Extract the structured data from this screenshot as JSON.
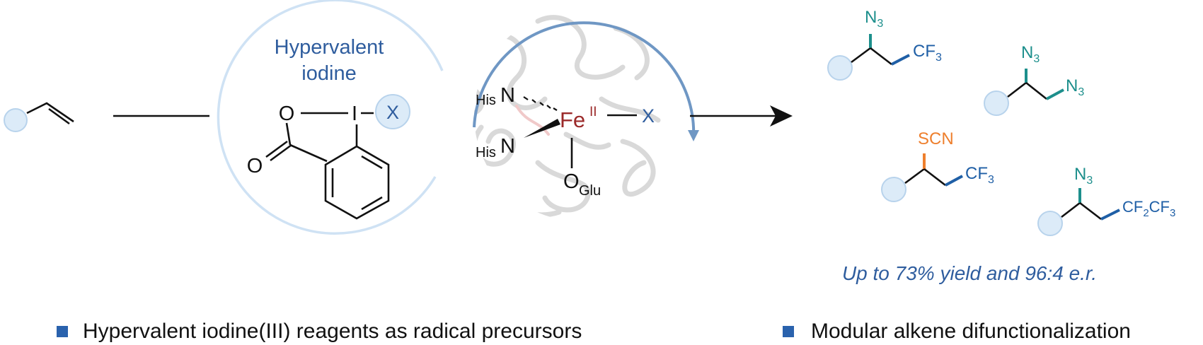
{
  "colors": {
    "blue_text": "#2f5d9e",
    "light_circle": "#dcebf8",
    "light_circle_stroke": "#b8d3ec",
    "ring_light": "#cfe2f4",
    "ring_dark": "#6f97c4",
    "teal": "#1d8f8c",
    "orange": "#ee7f2d",
    "dark_blue": "#1f5fa6",
    "iron_red": "#9b2a2a",
    "black": "#111111",
    "bullet": "#2a62ad"
  },
  "left_panel": {
    "title_line1": "Hypervalent",
    "title_line2": "iodine",
    "ring_O": "O",
    "iodine": "I",
    "carbonyl_O": "O",
    "x_label": "X"
  },
  "enzyme_panel": {
    "his_top_sub": "His",
    "his_top_N": "N",
    "his_bottom_sub": "His",
    "his_bottom_N": "N",
    "fe": "Fe",
    "fe_ox": "II",
    "x_label": "X",
    "o_label": "O",
    "glu_sub": "Glu"
  },
  "products": [
    {
      "top_main": "N",
      "top_sub": "3",
      "right_main": "CF",
      "right_sub": "3"
    },
    {
      "top_main": "N",
      "top_sub": "3",
      "right_main": "N",
      "right_sub": "3"
    },
    {
      "top_main": "SCN",
      "right_main": "CF",
      "right_sub": "3"
    },
    {
      "top_main": "N",
      "top_sub": "3",
      "right_main": "CF",
      "right_sub": "2",
      "right_main2": "CF",
      "right_sub2": "3"
    }
  ],
  "yield_text": "Up to 73% yield and 96:4 e.r.",
  "bullets": [
    "Hypervalent iodine(III) reagents as radical precursors",
    "Modular alkene difunctionalization"
  ],
  "icons": [
    "substituent-circle-icon",
    "arrow-right-icon",
    "bullet-square-icon",
    "protein-ribbon-icon"
  ]
}
